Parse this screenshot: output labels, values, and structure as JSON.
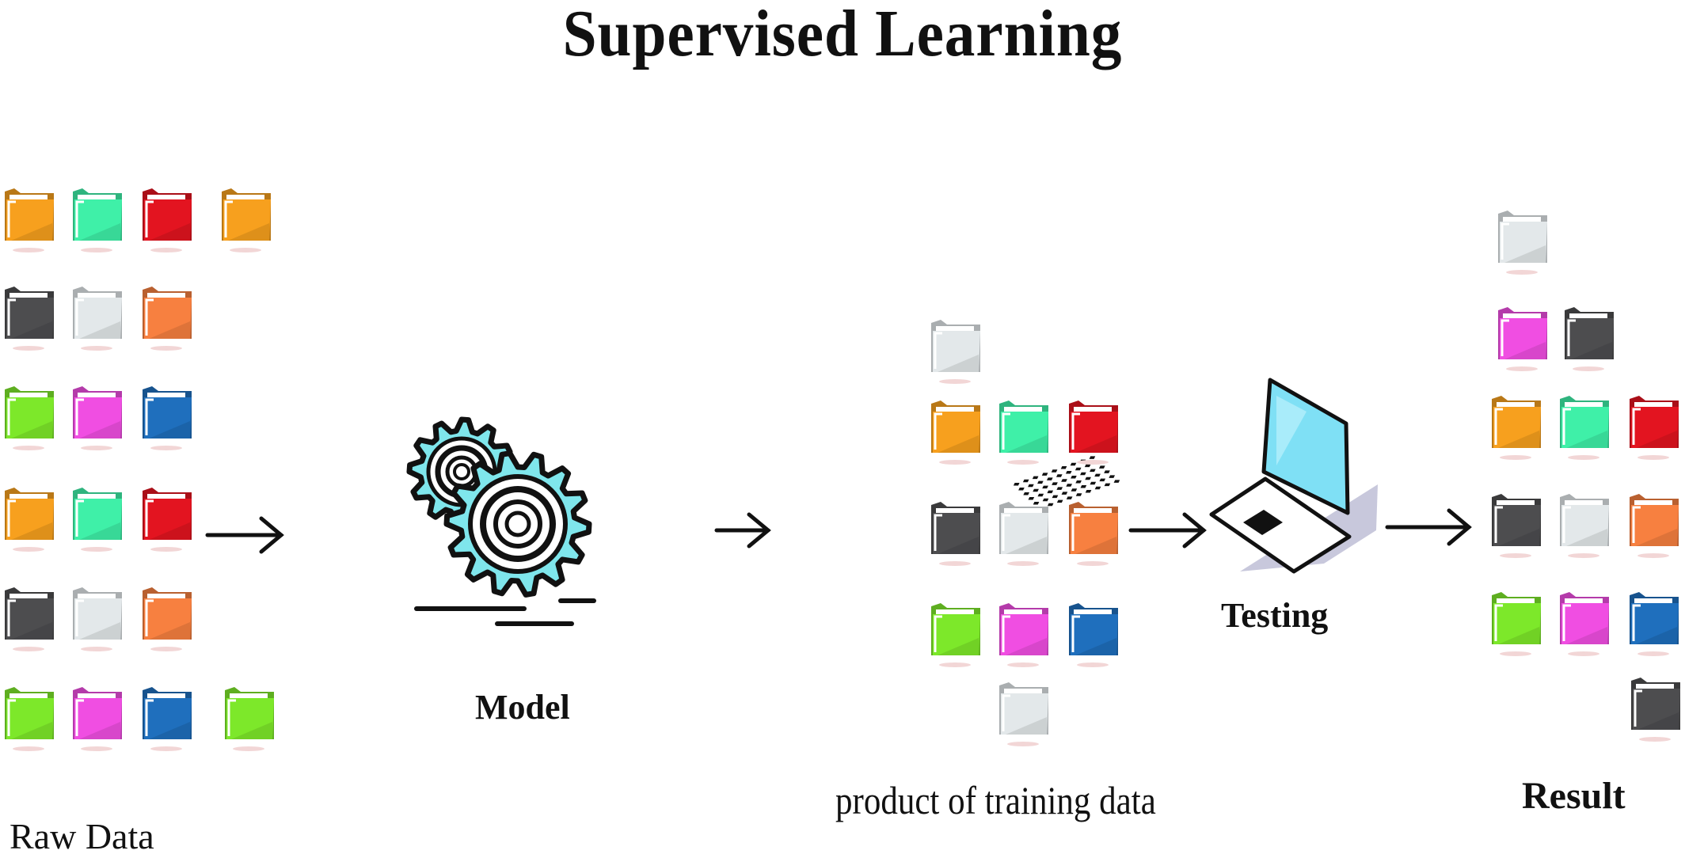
{
  "title": "Supervised Learning",
  "labels": {
    "raw_data": "Raw Data",
    "model": "Model",
    "product": "product of training data",
    "testing": "Testing",
    "result": "Result"
  },
  "colors": {
    "orange": "#f7a01e",
    "teal": "#3ff0a8",
    "red": "#e31420",
    "dark": "#4d4d4f",
    "light": "#e3e8ea",
    "coral": "#f78040",
    "green": "#7de82a",
    "pink": "#f04ee2",
    "blue": "#1f6fbd",
    "gear_fill": "#7fe6ec",
    "screen": "#7fe0f5"
  },
  "folder_groups": {
    "raw_data": [
      [
        "orange",
        "teal",
        "red",
        "orange"
      ],
      [
        "dark",
        "light",
        "coral"
      ],
      [
        "green",
        "pink",
        "blue"
      ],
      [
        "orange",
        "teal",
        "red"
      ],
      [
        "dark",
        "light",
        "coral"
      ],
      [
        "green",
        "pink",
        "blue",
        "green"
      ]
    ],
    "product": [
      [
        "light"
      ],
      [
        "orange",
        "teal",
        "red"
      ],
      [
        "dark",
        "light",
        "coral"
      ],
      [
        "green",
        "pink",
        "blue"
      ],
      [
        "light"
      ]
    ],
    "result": [
      [
        "light"
      ],
      [
        "pink",
        "dark"
      ],
      [
        "orange",
        "teal",
        "red"
      ],
      [
        "dark",
        "light",
        "coral"
      ],
      [
        "green",
        "pink",
        "blue"
      ],
      [
        "dark"
      ]
    ]
  }
}
